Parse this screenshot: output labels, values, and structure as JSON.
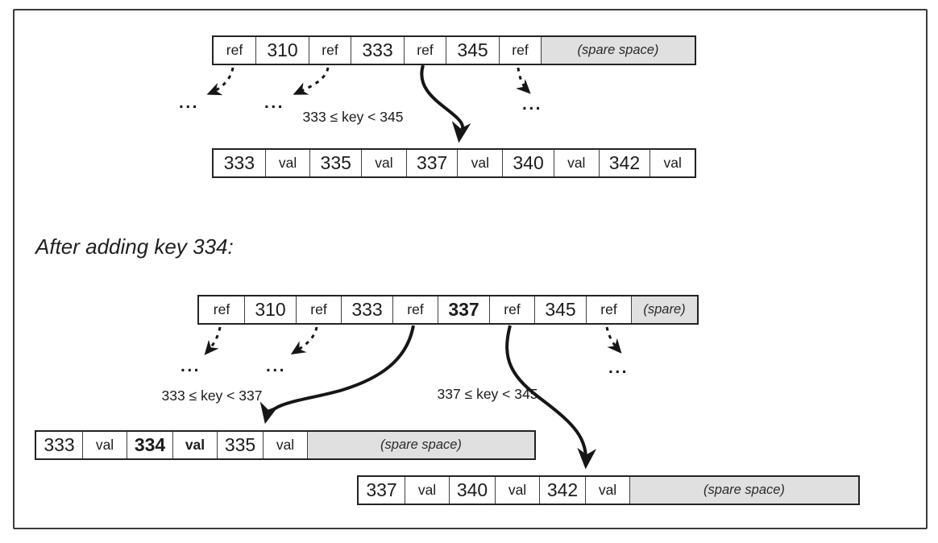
{
  "note": "After adding key 334:",
  "ellipsis": "...",
  "range_labels": {
    "top": "333 ≤ key < 345",
    "bottom_left": "333 ≤ key < 337",
    "bottom_right": "337 ≤ key < 345"
  },
  "nodes": {
    "top_internal": {
      "cells": [
        {
          "text": "ref"
        },
        {
          "text": "310"
        },
        {
          "text": "ref"
        },
        {
          "text": "333"
        },
        {
          "text": "ref"
        },
        {
          "text": "345"
        },
        {
          "text": "ref"
        },
        {
          "text": "(spare space)"
        }
      ]
    },
    "top_leaf": {
      "cells": [
        {
          "text": "333"
        },
        {
          "text": "val"
        },
        {
          "text": "335"
        },
        {
          "text": "val"
        },
        {
          "text": "337"
        },
        {
          "text": "val"
        },
        {
          "text": "340"
        },
        {
          "text": "val"
        },
        {
          "text": "342"
        },
        {
          "text": "val"
        }
      ]
    },
    "mid_internal": {
      "cells": [
        {
          "text": "ref"
        },
        {
          "text": "310"
        },
        {
          "text": "ref"
        },
        {
          "text": "333"
        },
        {
          "text": "ref"
        },
        {
          "text": "337"
        },
        {
          "text": "ref"
        },
        {
          "text": "345"
        },
        {
          "text": "ref"
        },
        {
          "text": "(spare)"
        }
      ]
    },
    "bottom_left_leaf": {
      "cells": [
        {
          "text": "333"
        },
        {
          "text": "val"
        },
        {
          "text": "334"
        },
        {
          "text": "val"
        },
        {
          "text": "335"
        },
        {
          "text": "val"
        },
        {
          "text": "(spare space)"
        }
      ]
    },
    "bottom_right_leaf": {
      "cells": [
        {
          "text": "337"
        },
        {
          "text": "val"
        },
        {
          "text": "340"
        },
        {
          "text": "val"
        },
        {
          "text": "342"
        },
        {
          "text": "val"
        },
        {
          "text": "(spare space)"
        }
      ]
    }
  },
  "colors": {
    "spare_fill": "#e0e0e0",
    "box_border": "#232323",
    "frame_border": "#3c3c3c",
    "arrow_stroke": "#161616"
  }
}
